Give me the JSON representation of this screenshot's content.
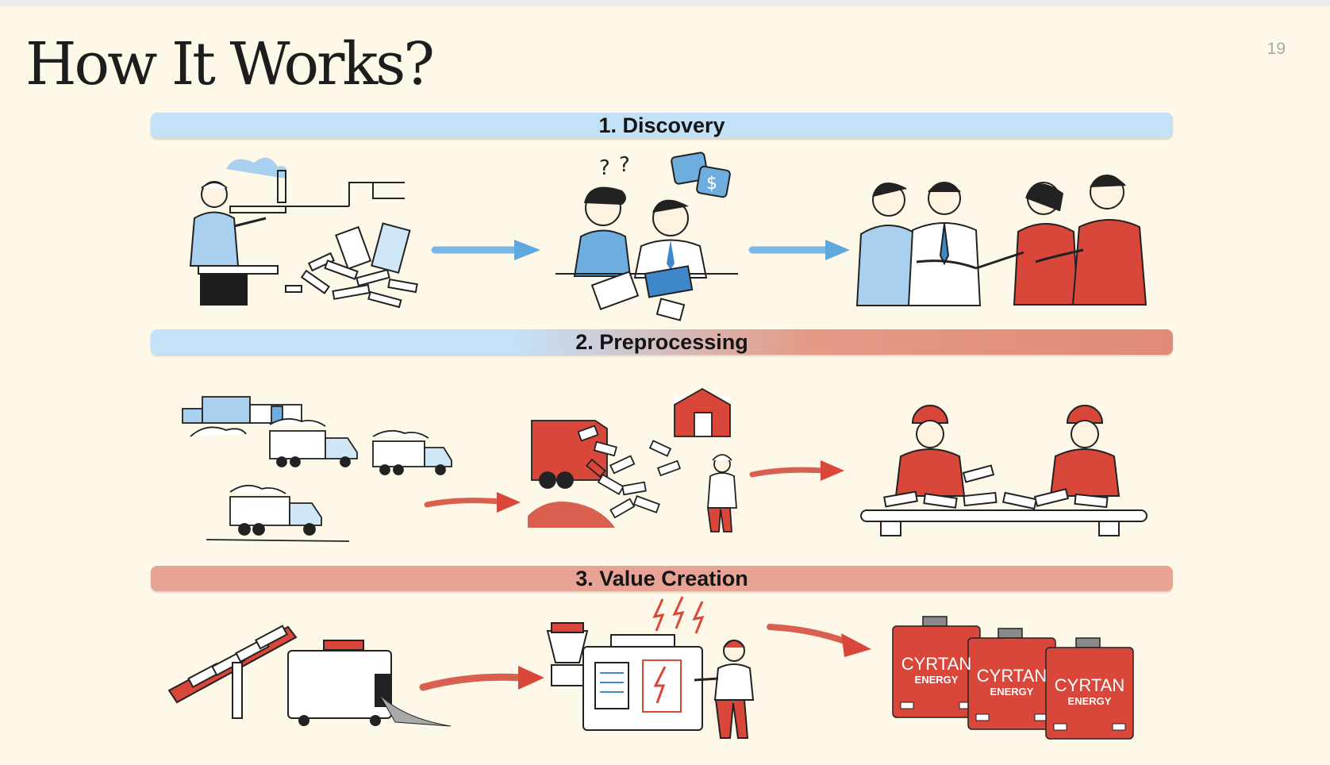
{
  "slide": {
    "title": "How It Works?",
    "page_number": "19"
  },
  "sections": [
    {
      "label": "1. Discovery"
    },
    {
      "label": "2. Preprocessing"
    },
    {
      "label": "3. Value Creation"
    }
  ],
  "illustrations": {
    "battery_label_brand": "CYRTAN",
    "battery_label_sub": "ENERGY"
  },
  "colors": {
    "background": "#fdf8e8",
    "discovery_band": "#c3e1f7",
    "value_band": "#e7a494",
    "accent_blue": "#5fa8dd",
    "accent_red": "#d9463a"
  }
}
